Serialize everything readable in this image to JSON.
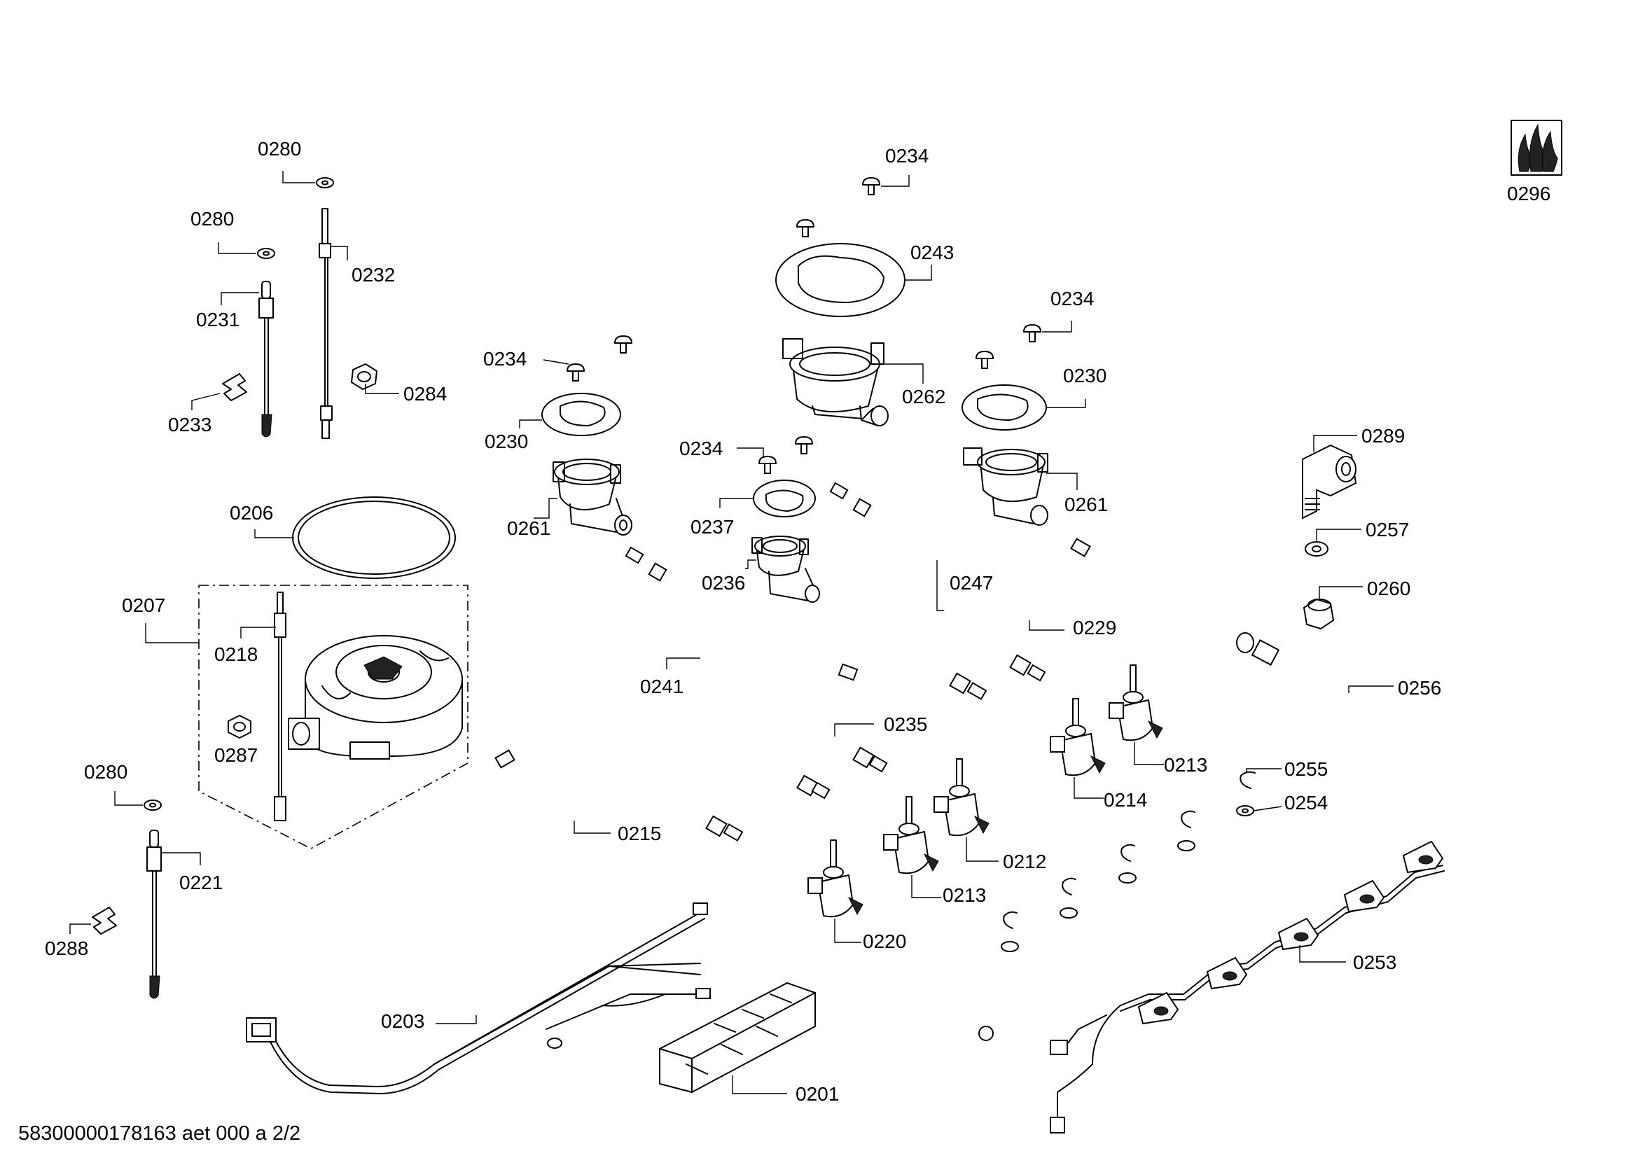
{
  "document_code": "58300000178163 aet 000 a 2/2",
  "logo": {
    "label": "0296",
    "icon": "gas-flame-icon"
  },
  "parts": {
    "p0280a": "0280",
    "p0280b": "0280",
    "p0232": "0232",
    "p0231": "0231",
    "p0284": "0284",
    "p0233": "0233",
    "p0206": "0206",
    "p0207": "0207",
    "p0218": "0218",
    "p0287": "0287",
    "p0280c": "0280",
    "p0221": "0221",
    "p0288": "0288",
    "p0203": "0203",
    "p0201": "0201",
    "p0234a": "0234",
    "p0230a": "0230",
    "p0261a": "0261",
    "p0234b": "0234",
    "p0237": "0237",
    "p0236": "0236",
    "p0241": "0241",
    "p0215": "0215",
    "p0235": "0235",
    "p0234c": "0234",
    "p0243": "0243",
    "p0262": "0262",
    "p0247": "0247",
    "p0234d": "0234",
    "p0230b": "0230",
    "p0261b": "0261",
    "p0229": "0229",
    "p0213a": "0213",
    "p0214": "0214",
    "p0212": "0212",
    "p0213b": "0213",
    "p0220": "0220",
    "p0289": "0289",
    "p0257": "0257",
    "p0260": "0260",
    "p0256": "0256",
    "p0255": "0255",
    "p0254": "0254",
    "p0253": "0253"
  }
}
